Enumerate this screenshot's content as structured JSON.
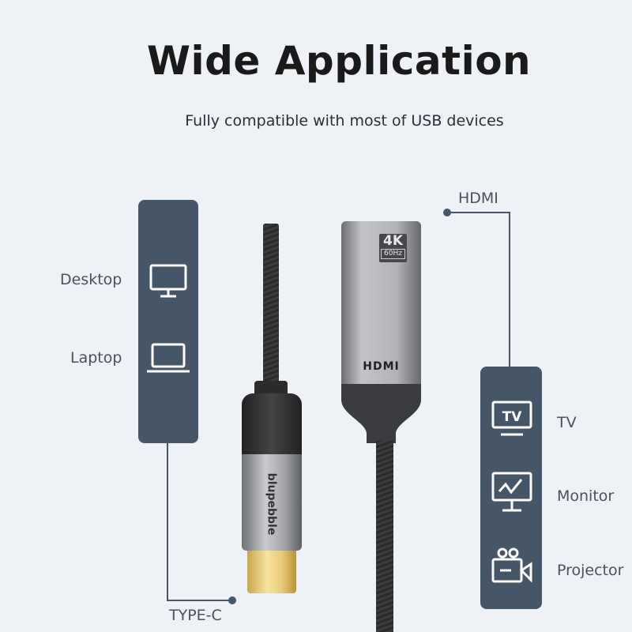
{
  "header": {
    "title": "Wide Application",
    "subtitle": "Fully compatible with most of USB devices"
  },
  "left": {
    "port": "TYPE-C",
    "devices": [
      {
        "label": "Desktop",
        "icon": "desktop-icon"
      },
      {
        "label": "Laptop",
        "icon": "laptop-icon"
      }
    ]
  },
  "right": {
    "port": "HDMI",
    "devices": [
      {
        "label": "TV",
        "icon": "tv-icon",
        "icon_text": "TV"
      },
      {
        "label": "Monitor",
        "icon": "monitor-icon"
      },
      {
        "label": "Projector",
        "icon": "projector-icon"
      }
    ]
  },
  "product": {
    "brand": "blupebble",
    "badge_main": "4K",
    "badge_sub": "60Hz",
    "hdmi_logo": "HDMI"
  },
  "colors": {
    "panel": "#445668",
    "background": "#eef1f6"
  }
}
